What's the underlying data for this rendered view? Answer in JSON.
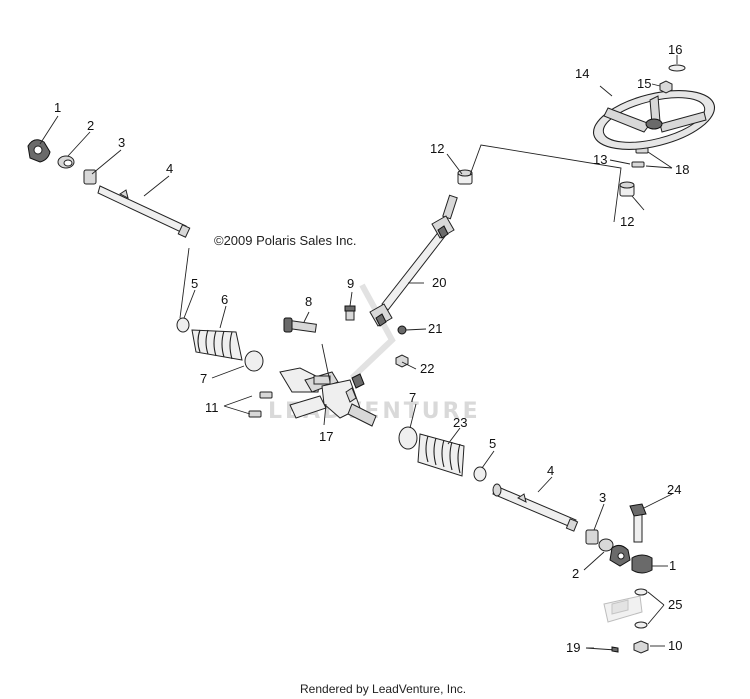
{
  "copyright": "©2009 Polaris Sales Inc.",
  "watermark": "LEADVENTURE",
  "footer": "Rendered by LeadVenture, Inc.",
  "callouts": {
    "c1a": "1",
    "c2a": "2",
    "c3a": "3",
    "c4a": "4",
    "c5a": "5",
    "c6": "6",
    "c7a": "7",
    "c8": "8",
    "c9": "9",
    "c11": "11",
    "c12a": "12",
    "c12b": "12",
    "c13": "13",
    "c14": "14",
    "c15": "15",
    "c16": "16",
    "c17": "17",
    "c18": "18",
    "c19": "19",
    "c20": "20",
    "c21": "21",
    "c22": "22",
    "c23": "23",
    "c7b": "7",
    "c5b": "5",
    "c4b": "4",
    "c3b": "3",
    "c2b": "2",
    "c1b": "1",
    "c24": "24",
    "c25": "25",
    "c10": "10"
  }
}
